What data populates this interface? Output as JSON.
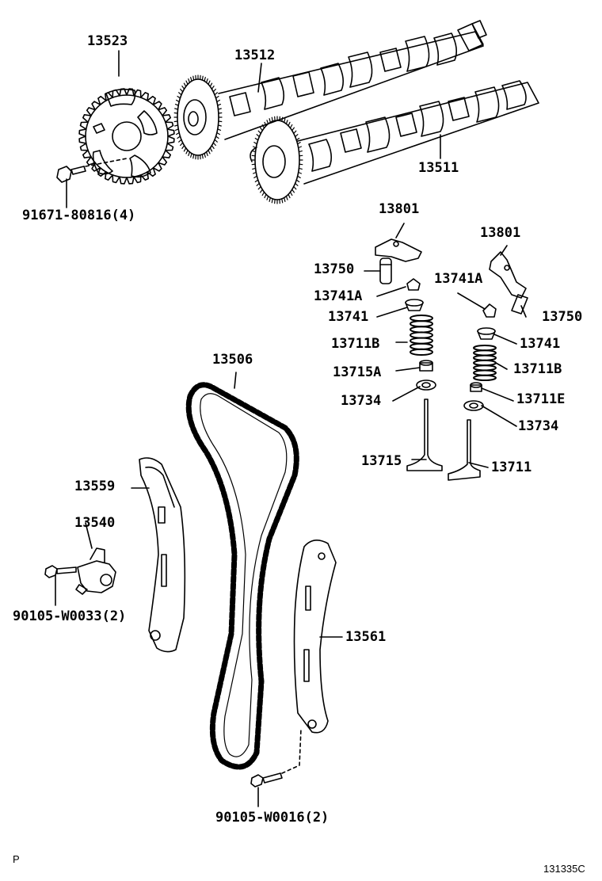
{
  "labels": {
    "sprocket": "13523",
    "camshaft_exhaust": "13512",
    "camshaft_intake": "13511",
    "sprocket_bolt": "91671-80816(4)",
    "rocker_arm_left": "13801",
    "rocker_arm_right": "13801",
    "lash_adjuster_left": "13750",
    "lash_adjuster_right": "13750",
    "retainer_lock_left": "13741A",
    "retainer_lock_right": "13741A",
    "retainer_left": "13741",
    "retainer_right": "13741",
    "spring_left": "13711B",
    "spring_right": "13711B",
    "seal_left": "13715A",
    "seal_right": "13711E",
    "seat_left": "13734",
    "seat_right": "13734",
    "valve_exhaust": "13715",
    "valve_intake": "13711",
    "chain": "13506",
    "tensioner_slipper": "13559",
    "tensioner": "13540",
    "tensioner_bolt": "90105-W0033(2)",
    "chain_guide": "13561",
    "guide_bolt": "90105-W0016(2)"
  },
  "footer": {
    "corner_mark": "P",
    "drawing_number": "131335C"
  }
}
